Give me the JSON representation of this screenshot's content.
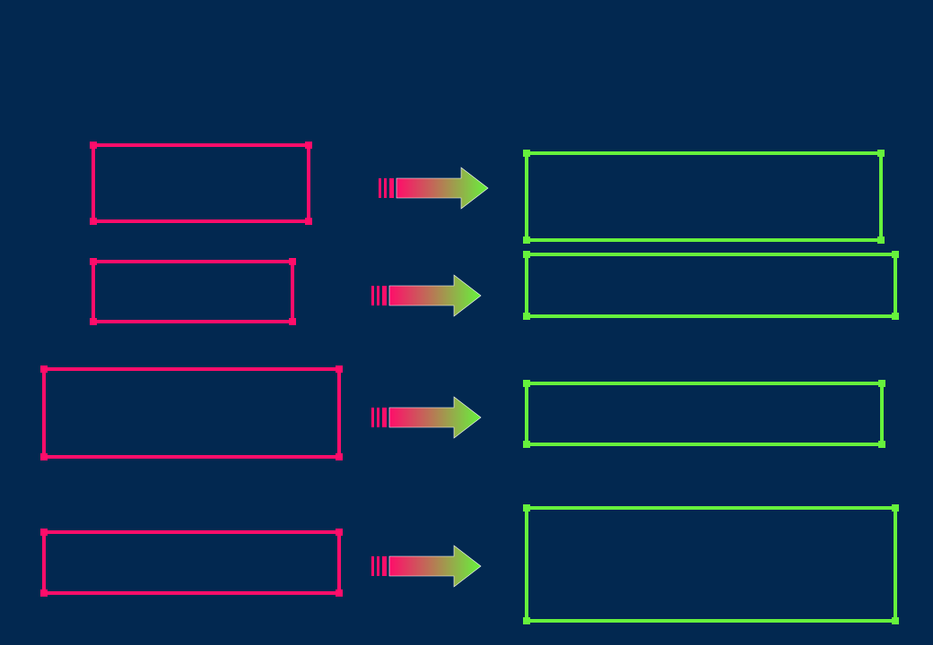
{
  "colors": {
    "background": "#022850",
    "source_box": "#ff0d6a",
    "target_box": "#66f23c",
    "arrow_start": "#ff0d6a",
    "arrow_end": "#66f23c"
  },
  "rows": [
    {
      "source_box": "empty",
      "arrow": "arrow-right-icon",
      "target_box": "empty"
    },
    {
      "source_box": "empty",
      "arrow": "arrow-right-icon",
      "target_box": "empty"
    },
    {
      "source_box": "empty",
      "arrow": "arrow-right-icon",
      "target_box": "empty"
    },
    {
      "source_box": "empty",
      "arrow": "arrow-right-icon",
      "target_box": "empty"
    }
  ]
}
